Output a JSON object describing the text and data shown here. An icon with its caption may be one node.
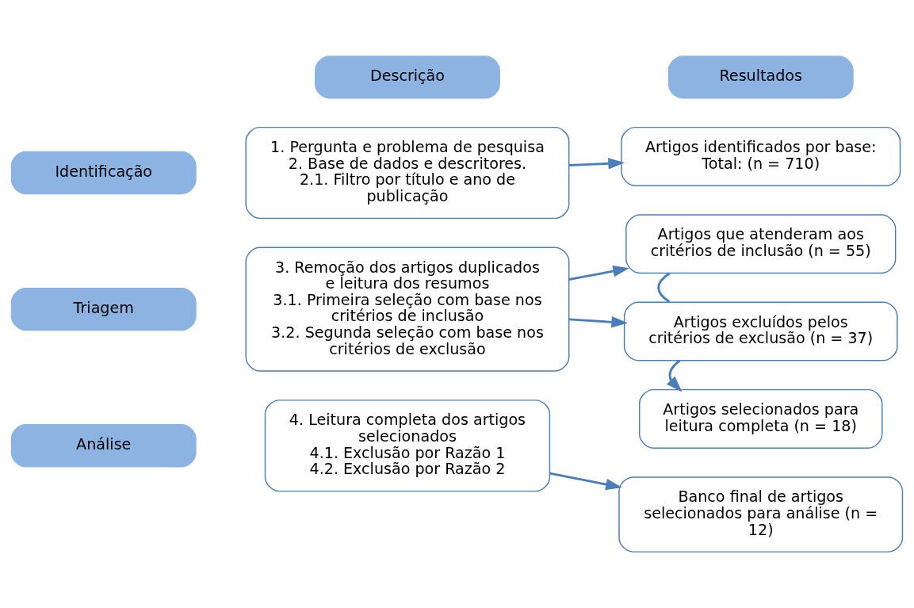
{
  "diagram": {
    "nodes": [
      {
        "text": [
          "Descrição"
        ]
      },
      {
        "text": [
          "Resultados"
        ]
      },
      {
        "text": [
          "Identificação"
        ]
      },
      {
        "text": [
          "Triagem"
        ]
      },
      {
        "text": [
          "Análise"
        ]
      },
      {
        "text": [
          "1. Pergunta e problema de pesquisa",
          "2. Base de dados e descritores.",
          "2.1. Filtro por título e ano de publicação"
        ]
      },
      {
        "text": [
          "Artigos identificados por base:",
          "Total: (n = 710)"
        ]
      },
      {
        "text": [
          "3. Remoção dos artigos duplicados e leitura dos resumos",
          "3.1. Primeira seleção com base nos critérios de inclusão",
          "3.2. Segunda seleção com base nos critérios de exclusão"
        ]
      },
      {
        "text": [
          "Artigos que atenderam aos critérios de inclusão (n = 55)"
        ]
      },
      {
        "text": [
          "Artigos excluídos pelos critérios de exclusão (n = 37)"
        ]
      },
      {
        "text": [
          "Artigos selecionados para leitura completa (n = 18)"
        ]
      },
      {
        "text": [
          "4. Leitura completa dos artigos selecionados",
          "4.1. Exclusão por Razão 1",
          "4.2. Exclusão por Razão 2"
        ]
      },
      {
        "text": [
          "Banco final de artigos selecionados para análise (n = 12)"
        ]
      }
    ],
    "edges": [
      {
        "from": 5,
        "to": 6,
        "arrow": "to"
      },
      {
        "from": 7,
        "to": 8,
        "arrow": "to"
      },
      {
        "from": 7,
        "to": 9,
        "arrow": "to"
      },
      {
        "from": 8,
        "to": 9,
        "arrow": "none"
      },
      {
        "from": 9,
        "to": 10,
        "arrow": "to"
      },
      {
        "from": 11,
        "to": 12,
        "arrow": "to"
      }
    ]
  }
}
